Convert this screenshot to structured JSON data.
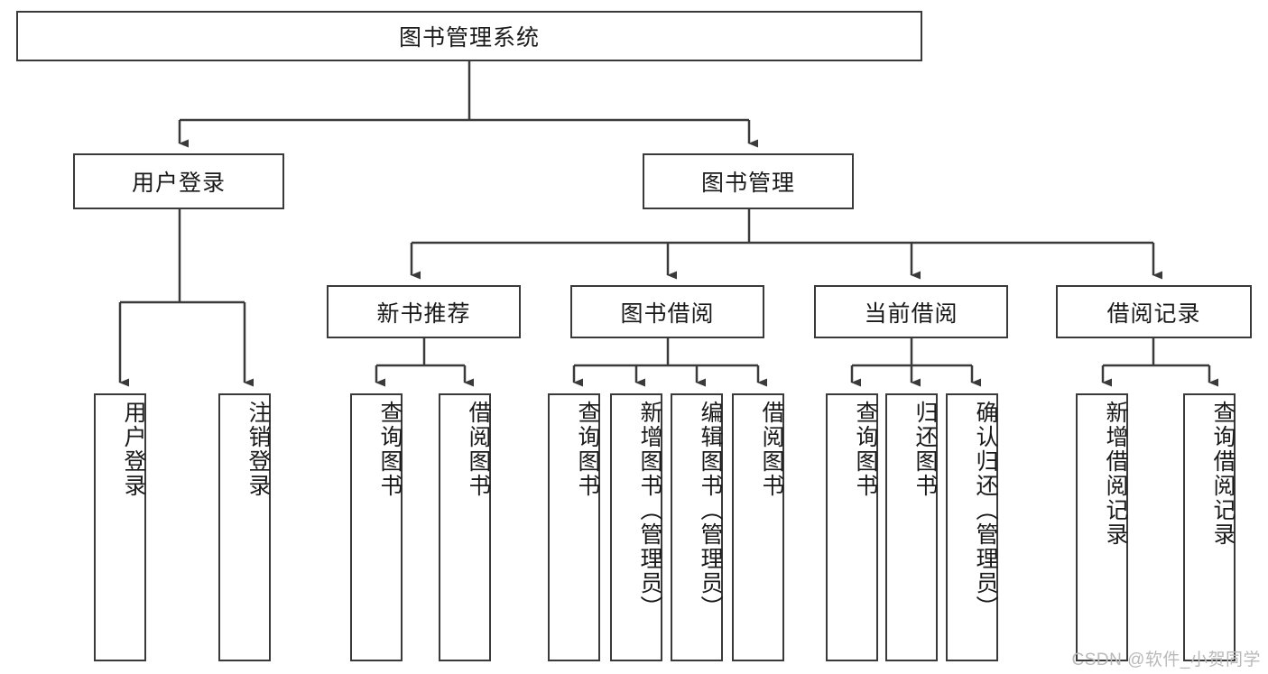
{
  "diagram": {
    "type": "tree",
    "title": "图书管理系统",
    "root": {
      "label": "图书管理系统"
    },
    "level2": [
      {
        "label": "用户登录"
      },
      {
        "label": "图书管理"
      }
    ],
    "level3": [
      {
        "label": "新书推荐"
      },
      {
        "label": "图书借阅"
      },
      {
        "label": "当前借阅"
      },
      {
        "label": "借阅记录"
      }
    ],
    "leaves": {
      "user_login": [
        {
          "label": "用户登录"
        },
        {
          "label": "注销登录"
        }
      ],
      "new_book_recommend": [
        {
          "label": "查询图书"
        },
        {
          "label": "借阅图书"
        }
      ],
      "book_borrow": [
        {
          "label": "查询图书"
        },
        {
          "label": "新增图书（管理员）"
        },
        {
          "label": "编辑图书（管理员）"
        },
        {
          "label": "借阅图书"
        }
      ],
      "current_borrow": [
        {
          "label": "查询图书"
        },
        {
          "label": "归还图书"
        },
        {
          "label": "确认归还（管理员）"
        }
      ],
      "borrow_record": [
        {
          "label": "新增借阅记录"
        },
        {
          "label": "查询借阅记录"
        }
      ]
    }
  },
  "watermark": {
    "text": "CSDN @软件_小贺同学"
  },
  "colors": {
    "border": "#3a3a3a",
    "text": "#1a1a1a",
    "background": "#ffffff",
    "watermark": "#b9b9b9"
  }
}
